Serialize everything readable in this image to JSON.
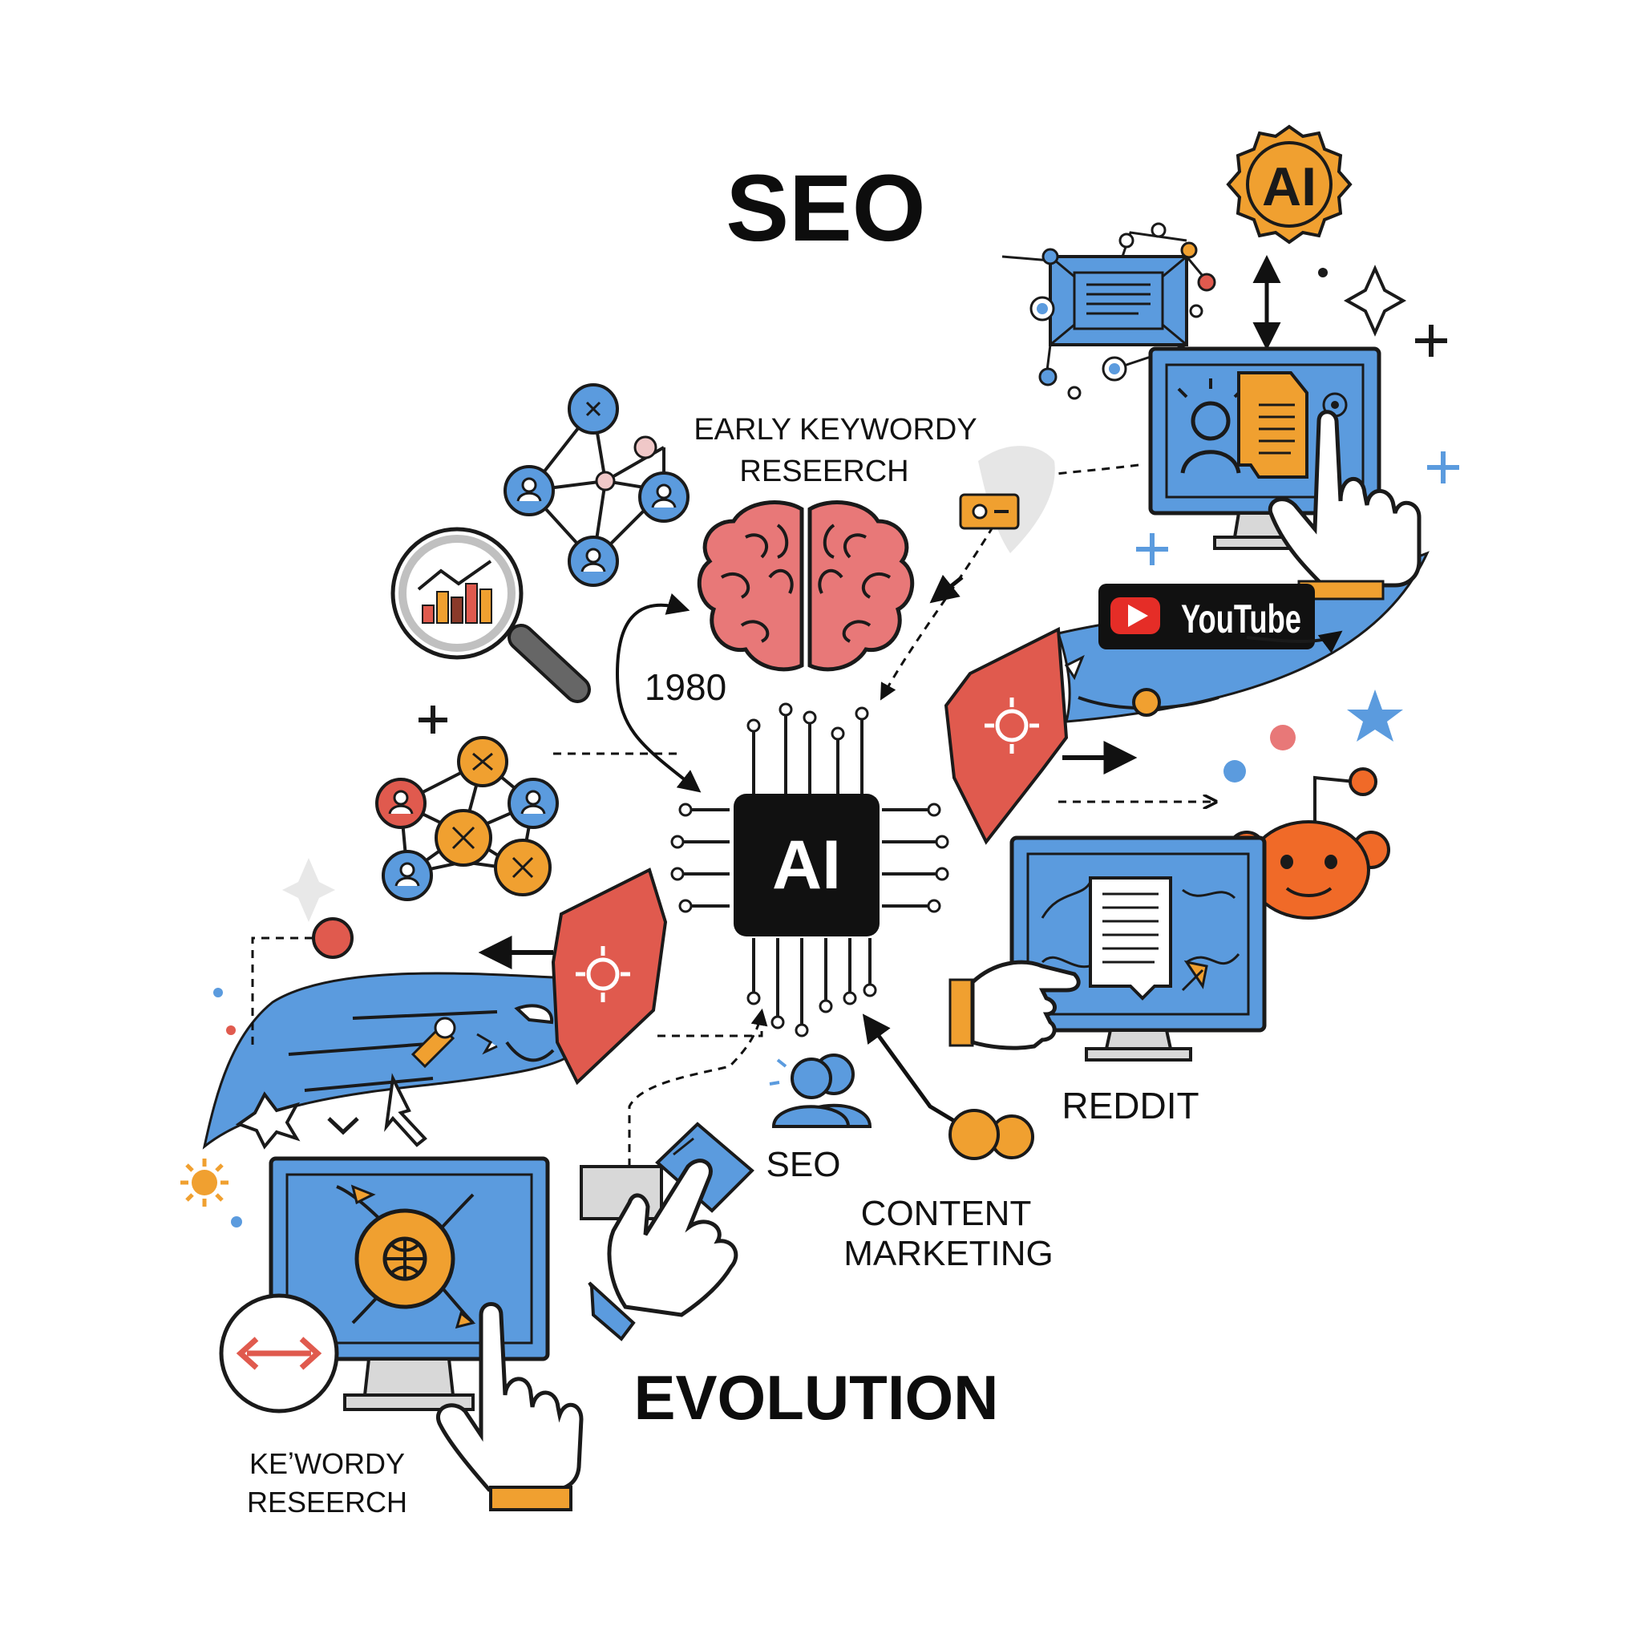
{
  "title": "SEO",
  "subtitle": "EVOLUTION",
  "center": {
    "label": "AI"
  },
  "badge": {
    "label": "AI"
  },
  "labels": {
    "early_keyword": [
      "EARLY KEYWORDY",
      "RESEERCH"
    ],
    "year": "1980",
    "seo": "SEO",
    "content_marketing": [
      "CONTENT",
      "MARKETING"
    ],
    "reddit": "REDDIT",
    "keyword_research": [
      "KEʼWORDY",
      "RESEERCH"
    ]
  },
  "youtube": {
    "label": "YouTube"
  },
  "colors": {
    "blue": "#5b9bde",
    "orange": "#f0a030",
    "red": "#e05a4e",
    "black": "#111111",
    "pink": "#e87878",
    "yt_red": "#e52d27"
  }
}
